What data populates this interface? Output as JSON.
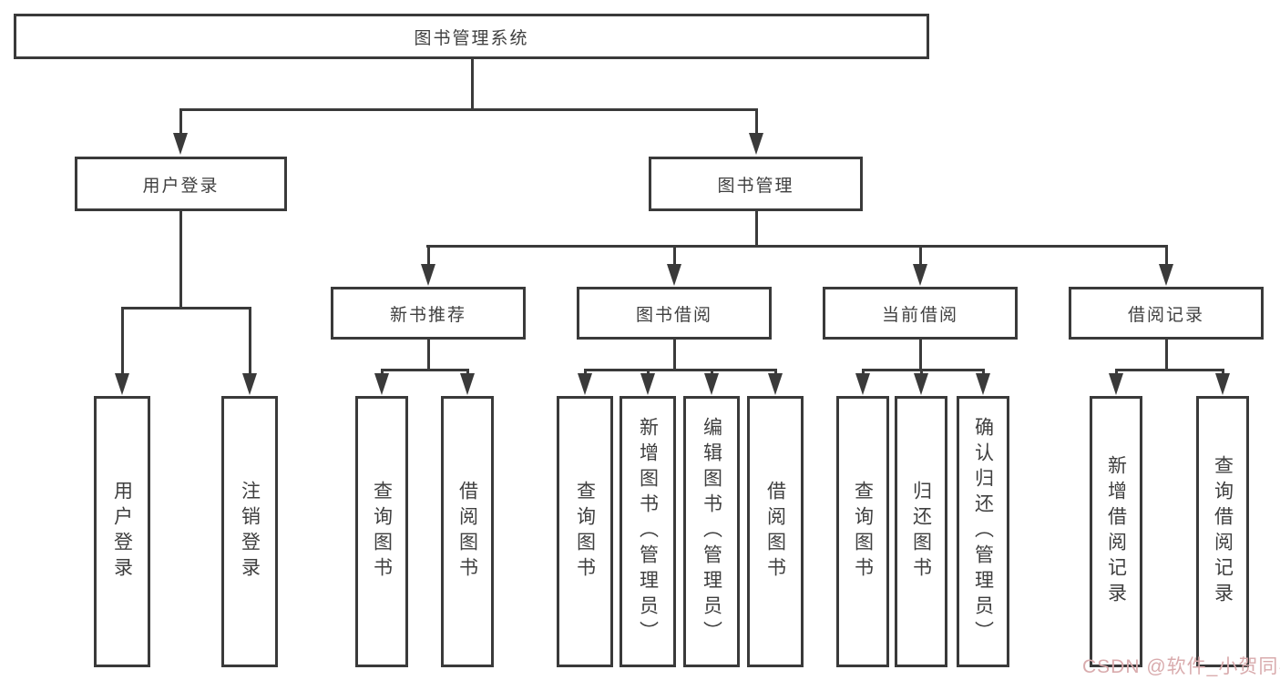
{
  "diagram": {
    "root": {
      "label": "图书管理系统"
    },
    "level2": [
      {
        "label": "用户登录"
      },
      {
        "label": "图书管理"
      }
    ],
    "level3": [
      {
        "label": "新书推荐"
      },
      {
        "label": "图书借阅"
      },
      {
        "label": "当前借阅"
      },
      {
        "label": "借阅记录"
      }
    ],
    "leaves": {
      "login": [
        {
          "label": "用户登录"
        },
        {
          "label": "注销登录"
        }
      ],
      "newbook": [
        {
          "label": "查询图书"
        },
        {
          "label": "借阅图书"
        }
      ],
      "borrow": [
        {
          "label": "查询图书"
        },
        {
          "label": "新增图书（管理员）"
        },
        {
          "label": "编辑图书（管理员）"
        },
        {
          "label": "借阅图书"
        }
      ],
      "current": [
        {
          "label": "查询图书"
        },
        {
          "label": "归还图书"
        },
        {
          "label": "确认归还（管理员）"
        }
      ],
      "records": [
        {
          "label": "新增借阅记录"
        },
        {
          "label": "查询借阅记录"
        }
      ]
    }
  },
  "watermark": {
    "text": "CSDN @软件_小贺同学"
  },
  "colors": {
    "line": "#3a3a3a",
    "text": "#3f3f3f",
    "background": "#ffffff",
    "watermark": "#d9abad"
  }
}
